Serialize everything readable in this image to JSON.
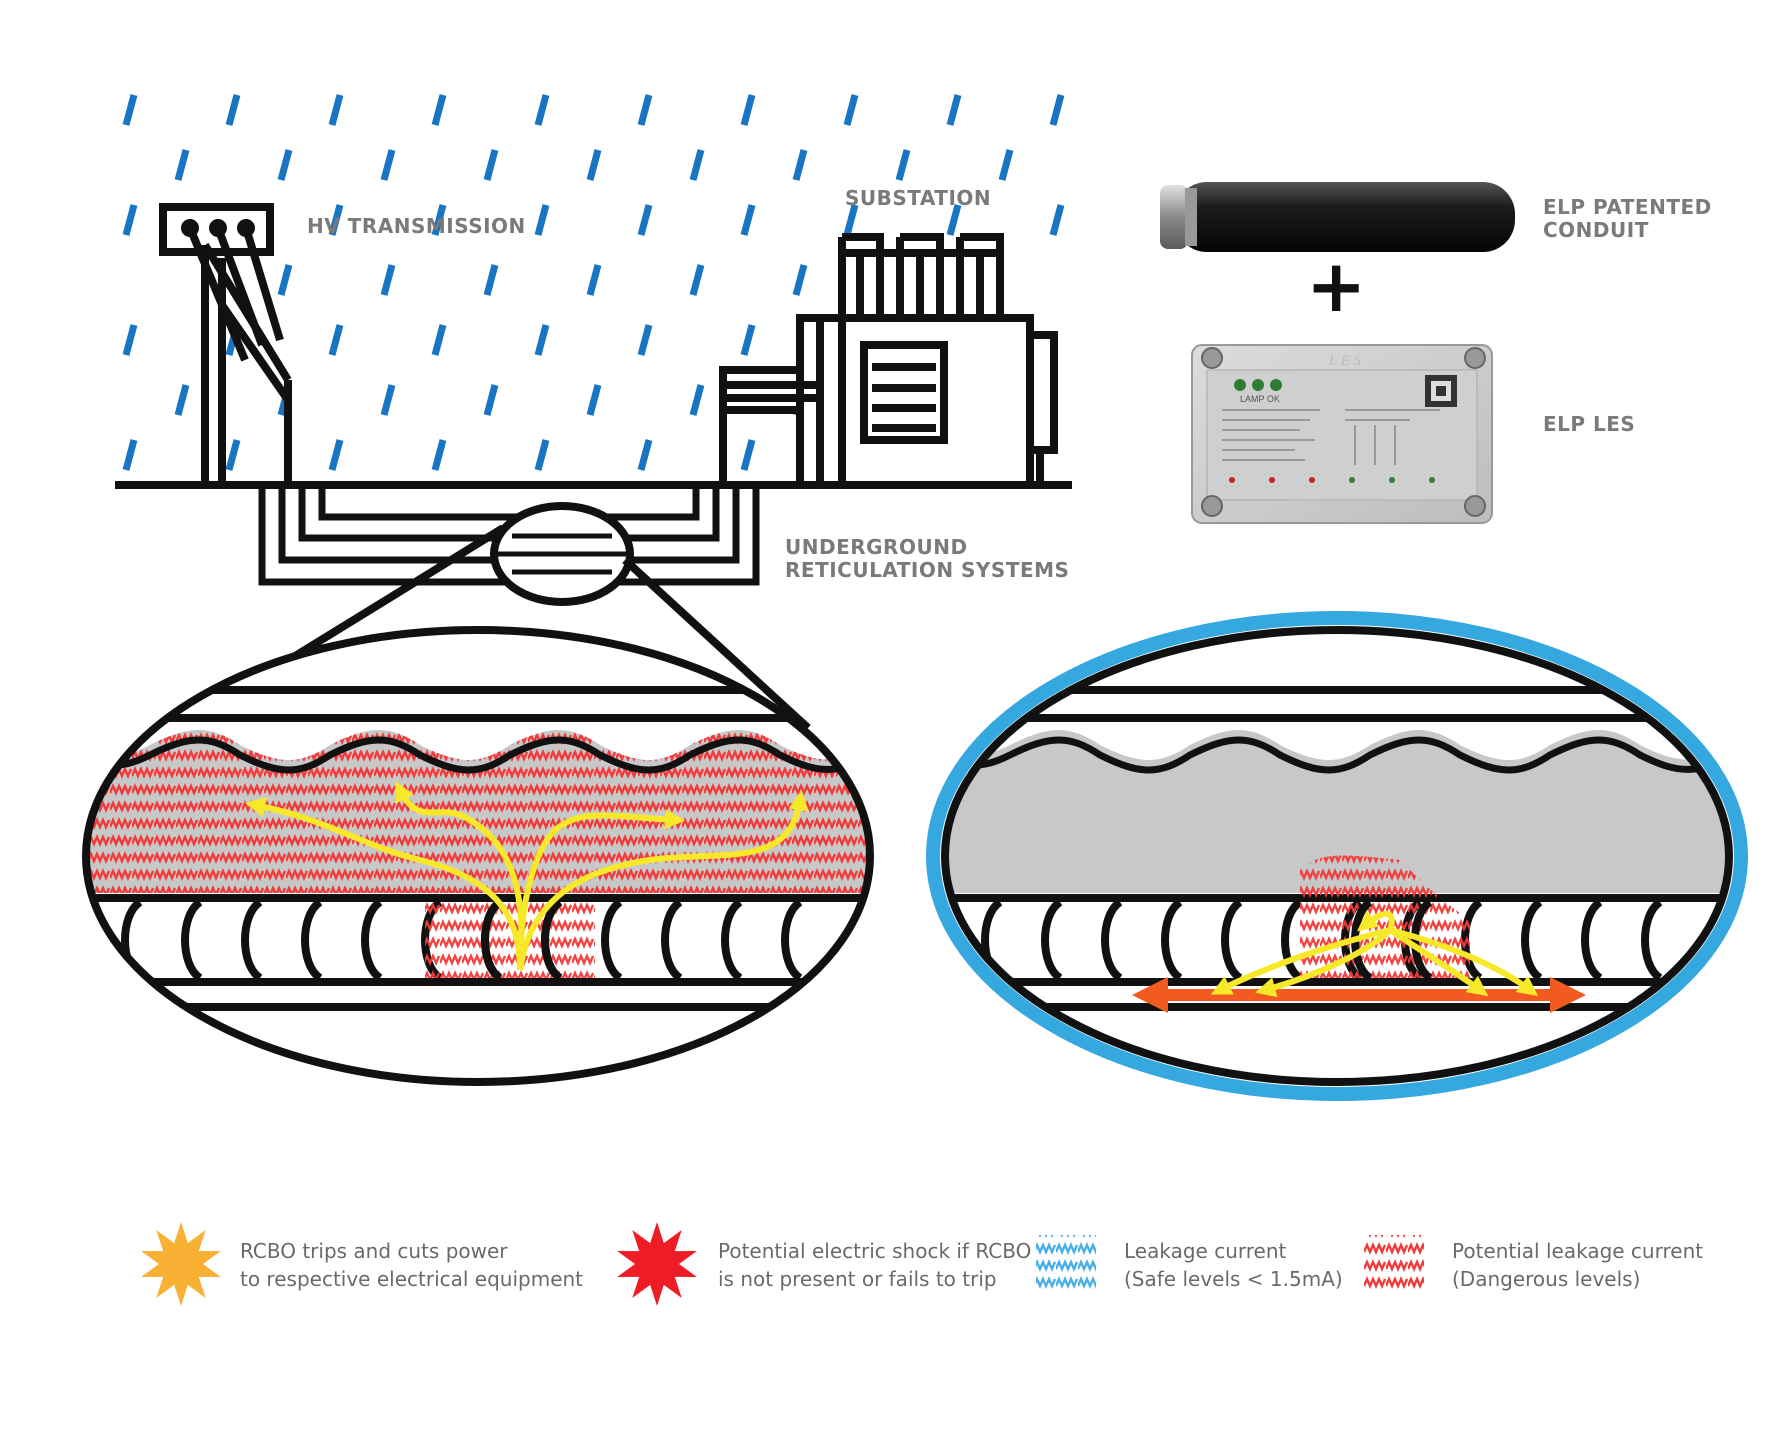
{
  "labels": {
    "hv_transmission": "HV TRANSMISSION",
    "substation": "SUBSTATION",
    "underground_line1": "UNDERGROUND",
    "underground_line2": "RETICULATION SYSTEMS",
    "elp_conduit_line1": "ELP PATENTED",
    "elp_conduit_line2": "CONDUIT",
    "elp_les": "ELP LES",
    "plus": "+"
  },
  "device": {
    "brand": "L E S",
    "status": "LAMP OK"
  },
  "legend": [
    {
      "icon": "orange-starburst-icon",
      "line1": "RCBO trips and cuts power",
      "line2": "to respective electrical equipment"
    },
    {
      "icon": "red-starburst-icon",
      "line1": "Potential electric shock if RCBO",
      "line2": "is not present or fails to trip"
    },
    {
      "icon": "blue-zigzag-icon",
      "line1": "Leakage current",
      "line2": "(Safe levels < 1.5mA)"
    },
    {
      "icon": "red-zigzag-icon",
      "line1": "Potential leakage current",
      "line2": "(Dangerous levels)"
    }
  ],
  "colors": {
    "rain": "#1a74c4",
    "outline": "#111111",
    "leak_danger": "#f23a3a",
    "leak_safe": "#4aaee8",
    "arrow_yellow": "#f7e92a",
    "arrow_orange": "#f25a1f",
    "elp_ring": "#35a8e0",
    "soil_gray": "#c8c8c8",
    "rcbo_orange": "#f8b135",
    "shock_red": "#ee1c24",
    "label_gray": "#7a7a7a"
  }
}
